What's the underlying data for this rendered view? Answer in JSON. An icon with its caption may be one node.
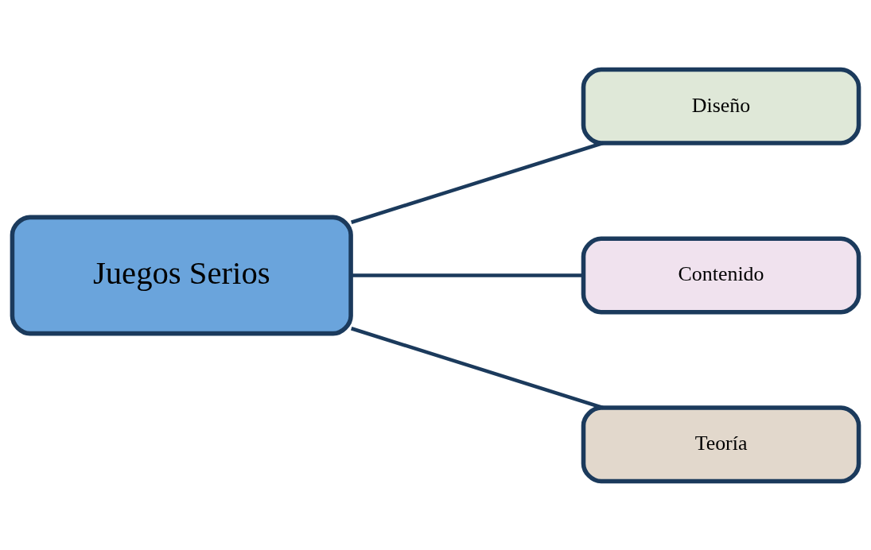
{
  "diagram": {
    "nodes": [
      {
        "text": [
          "Juegos Serios"
        ]
      },
      {
        "text": [
          "Diseño"
        ]
      },
      {
        "text": [
          "Contenido"
        ]
      },
      {
        "text": [
          "Teoría"
        ]
      }
    ],
    "edges": [
      {
        "from": 0,
        "to": 1,
        "arrow": "none"
      },
      {
        "from": 0,
        "to": 2,
        "arrow": "none"
      },
      {
        "from": 0,
        "to": 3,
        "arrow": "none"
      }
    ]
  }
}
